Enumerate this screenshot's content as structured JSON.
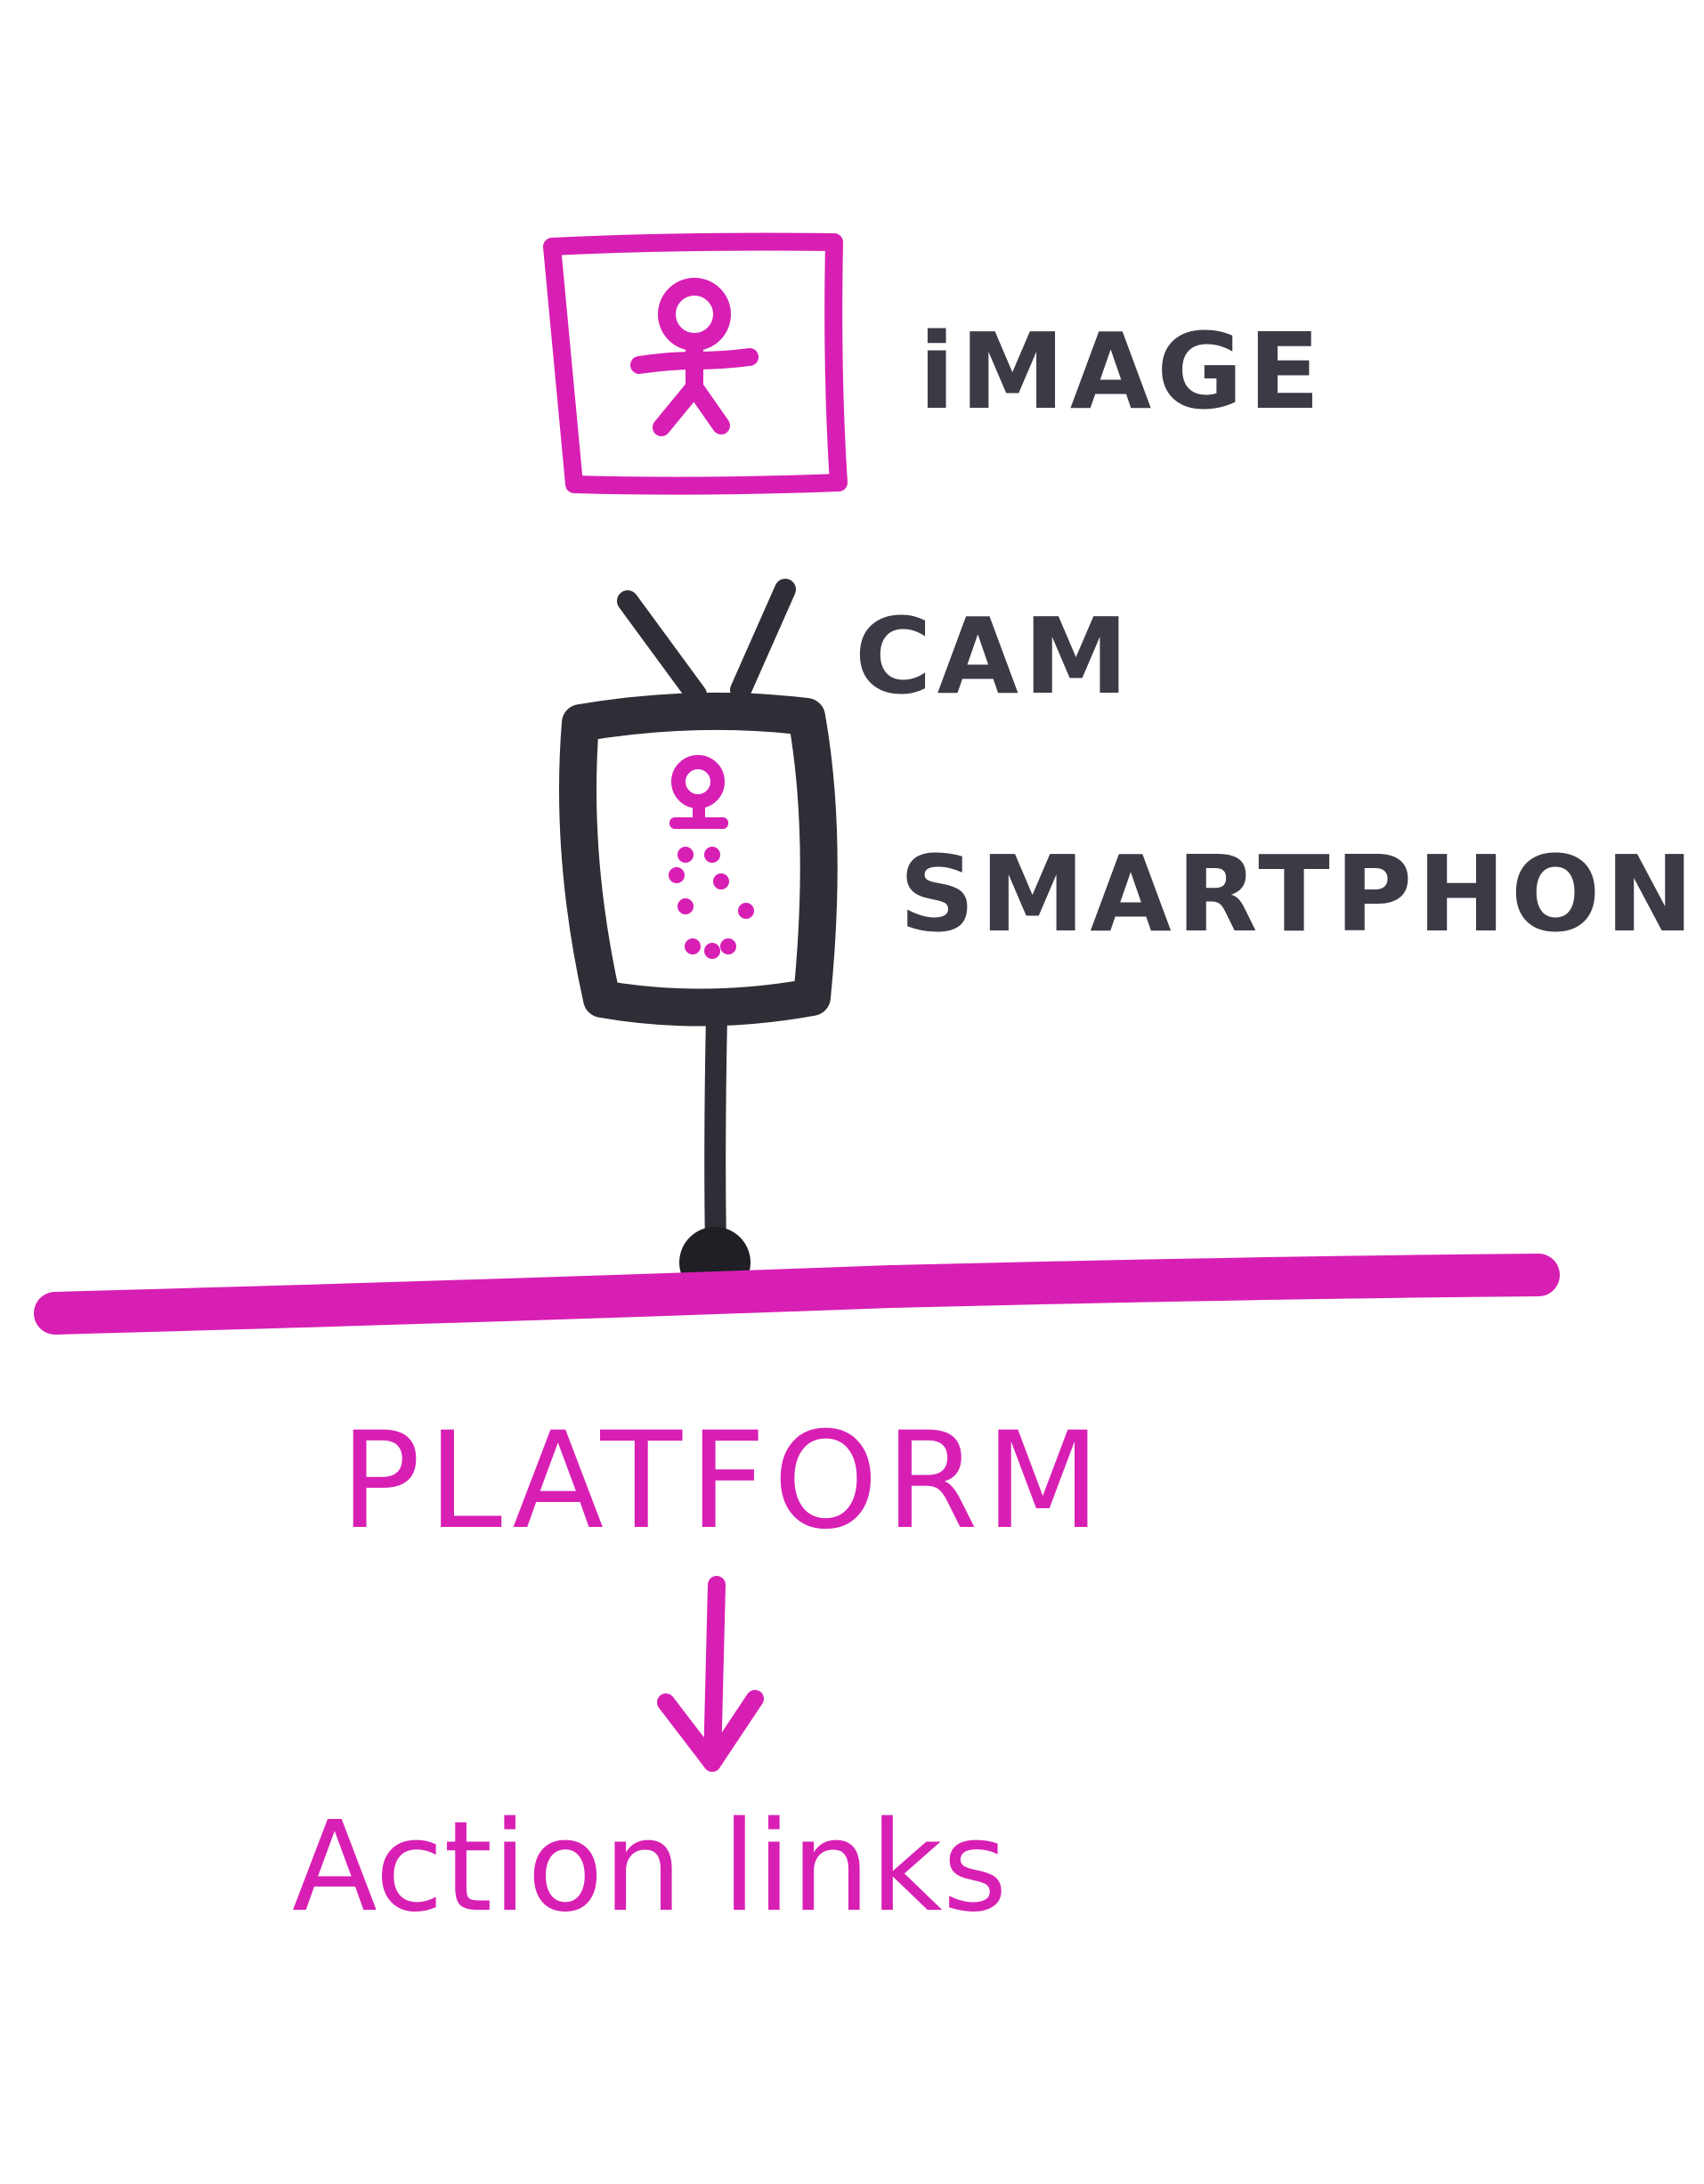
{
  "labels": {
    "image": "iMAGE",
    "cam": "CAM",
    "smartphone": "SMARTPHONE",
    "platform": "PLATFORM",
    "action_links": "Action links"
  },
  "colors": {
    "magenta_ink": "#d81fb4",
    "dark_ink": "#2e2e36",
    "background": "#ffffff"
  },
  "icons": {
    "image_frame": "picture-frame-icon",
    "person_in_frame": "stick-figure-icon",
    "device": "tv-screen-icon",
    "antenna": "antenna-icon",
    "person_on_screen": "stick-figure-icon",
    "pole": "pole-icon",
    "mount_ball": "mount-ball-icon",
    "arrow": "arrow-down-icon"
  }
}
